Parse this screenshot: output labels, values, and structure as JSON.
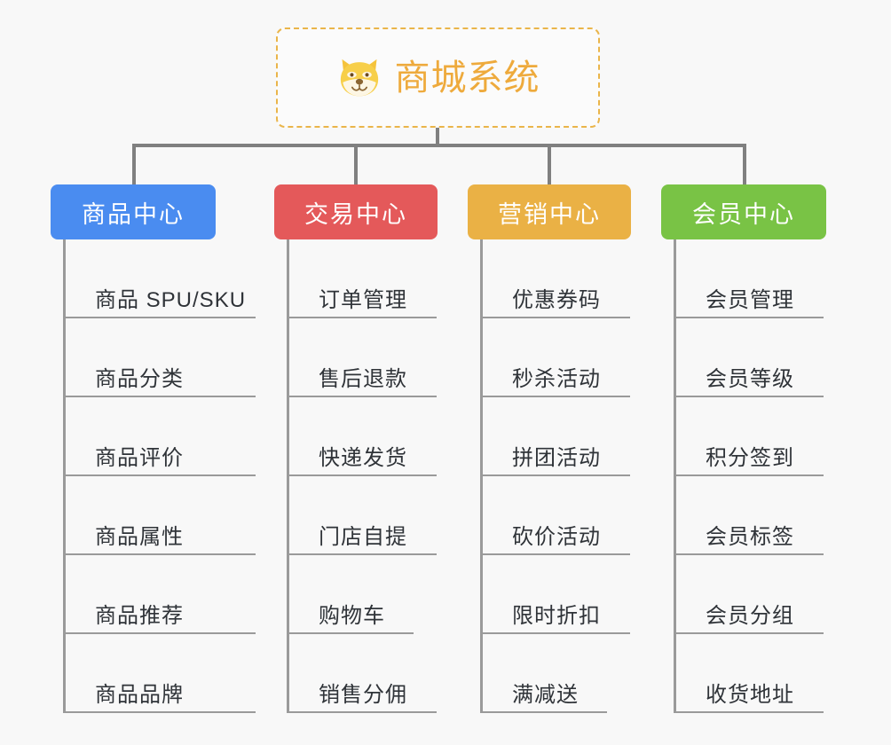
{
  "root": {
    "title": "商城系统",
    "logo_icon": "shiba-dog-face-icon",
    "border_color": "#eab54a",
    "title_color": "#eeaa3c"
  },
  "connector_color": "#808080",
  "background_color": "#f8f8f8",
  "columns": [
    {
      "label": "商品中心",
      "color": "#4a8cf0",
      "items": [
        "商品 SPU/SKU",
        "商品分类",
        "商品评价",
        "商品属性",
        "商品推荐",
        "商品品牌"
      ]
    },
    {
      "label": "交易中心",
      "color": "#e4595a",
      "items": [
        "订单管理",
        "售后退款",
        "快递发货",
        "门店自提",
        "购物车",
        "销售分佣"
      ]
    },
    {
      "label": "营销中心",
      "color": "#eab145",
      "items": [
        "优惠券码",
        "秒杀活动",
        "拼团活动",
        "砍价活动",
        "限时折扣",
        "满减送"
      ]
    },
    {
      "label": "会员中心",
      "color": "#79c345",
      "items": [
        "会员管理",
        "会员等级",
        "积分签到",
        "会员标签",
        "会员分组",
        "收货地址"
      ]
    }
  ]
}
